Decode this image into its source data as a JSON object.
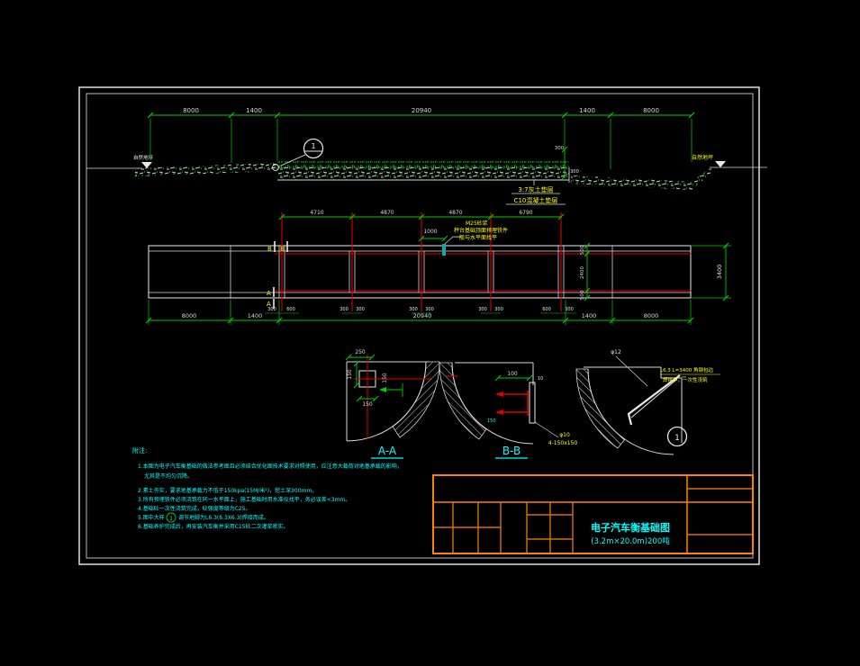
{
  "profile": {
    "dims_top": [
      "8000",
      "1400",
      "20940",
      "1400",
      "8000"
    ],
    "step_dim": "300",
    "step_dim2": "300",
    "ground_left_label": "自然地坪",
    "ground_right_label": "自然地坪",
    "cushion_label1": "3:7灰土垫层",
    "cushion_label2": "C10混凝土垫层",
    "detail_callout": "1"
  },
  "plan": {
    "dims_top": [
      "4710",
      "4870",
      "4870",
      "6790"
    ],
    "dim_pit": "1000",
    "embed_note": [
      "M25砂浆",
      "秤台基础顶面预埋铁件",
      "一般与水平面找平"
    ],
    "dims_bottom": [
      "8000",
      "1400",
      "20940",
      "1400",
      "8000"
    ],
    "beam_dims": [
      [
        "300",
        "600"
      ],
      [
        "300",
        "300"
      ],
      [
        "300",
        "300"
      ],
      [
        "300",
        "300"
      ],
      [
        "600",
        "300"
      ]
    ],
    "side_dims": [
      "500",
      "2400",
      "500"
    ],
    "total_width": "3400",
    "marker_b": "B",
    "marker_a": "A"
  },
  "section_aa": {
    "label": "A-A",
    "dim_top": "250",
    "dim_left": "150",
    "dim_right": "150",
    "dim_bottom": "150"
  },
  "section_bb": {
    "label": "B-B",
    "dim_width": "100",
    "dim_thk": "10",
    "dim_small": "150",
    "rebar1": "φ10",
    "rebar2": "4-150x150"
  },
  "detail1": {
    "num": "1",
    "bar": "φ12",
    "note1": "L6.3 L=3400 角钢包边",
    "note2": "焊接牢，一次性浇筑"
  },
  "notes": {
    "heading": "附注:",
    "line1a": "1.本图为电子汽车衡基础的做法参考图且必须结合优化图技术要求对照使用，应注意大载荷对地基承载的影响，",
    "line1b": "尤其是不均匀沉降。",
    "line2": "2.素土夯实，要求地基承载力不低于150kpa(15M/米²)，挖土深300mm。",
    "line3": "3.所有预埋铁件必须浇筑在同一水平面上，施工基础时用水准仪找平，务必误差<3mm。",
    "line4": "4.基础砼一次性浇筑完成，砼强度等级为C25。",
    "line5_pre": "5.图中大样",
    "line5_num": "1",
    "line5_post": "调节地脚为L6.3(6.3X6.3)焊接而成。",
    "line6": "6.基础养护完成后，再安装汽车衡并采用C15砼二次灌浆密实。"
  },
  "titleblock": {
    "title": "电子汽车衡基础图",
    "subtitle": "(3.2m×20.0m)200吨"
  },
  "colors": {
    "dim_green": "#00cc00",
    "centerline_red": "#dd0000",
    "note_cyan": "#00ffff",
    "label_yellow": "#ffff00",
    "frame_orange": "#ff8200",
    "line_white": "#d8d8d8"
  }
}
